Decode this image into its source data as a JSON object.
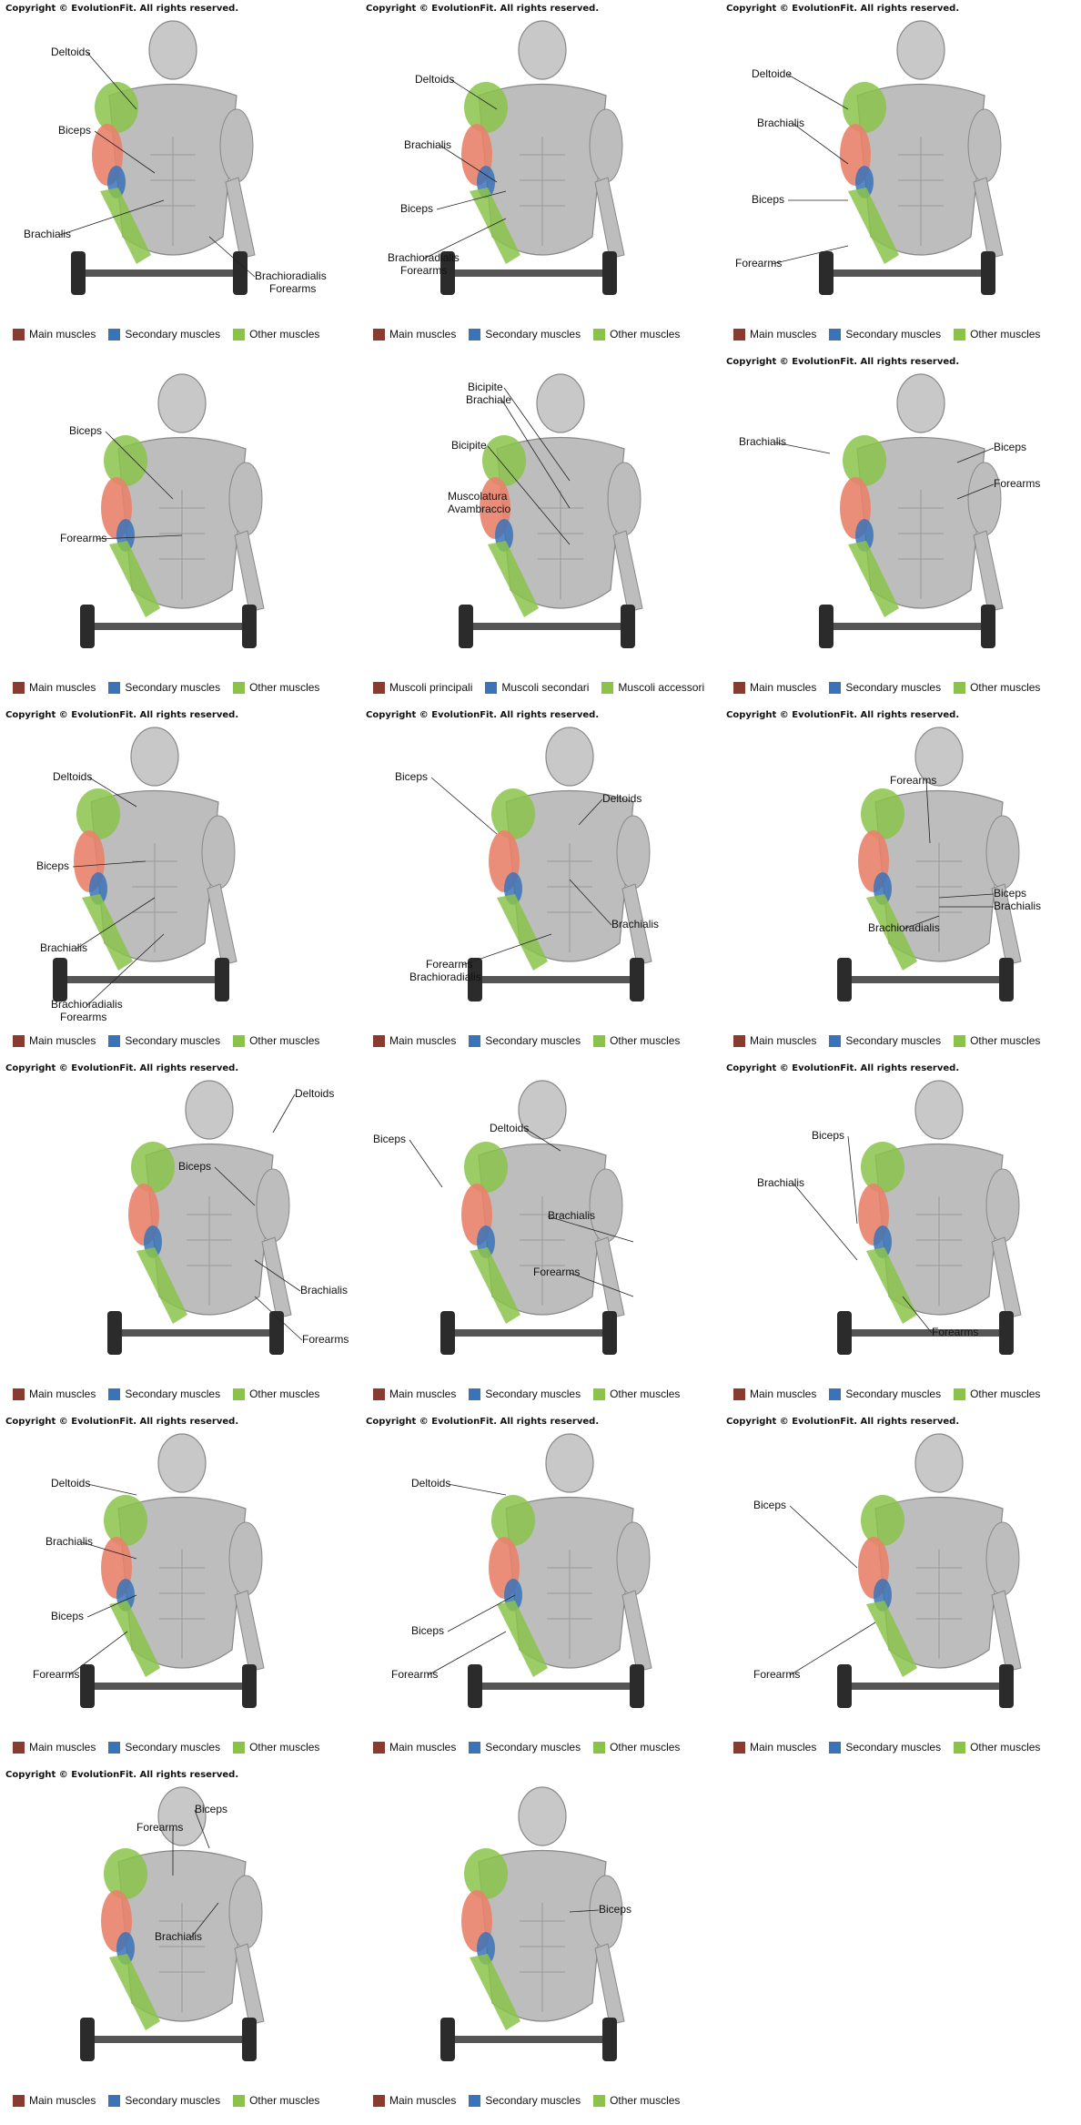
{
  "colors": {
    "main": "#8a3b30",
    "secondary": "#3a73b8",
    "other": "#8bc34a",
    "body": "#bdbdbd",
    "muscle_main": "#e9826a"
  },
  "panels": [
    {
      "copyright": "Copyright © EvolutionFit. All rights reserved.",
      "labels": [
        "Deltoids",
        "Biceps",
        "Brachialis",
        "Brachioradialis",
        "Forearms"
      ],
      "legend": {
        "main": "Main muscles",
        "secondary": "Secondary muscles",
        "other": "Other muscles"
      }
    },
    {
      "copyright": "Copyright © EvolutionFit. All rights reserved.",
      "labels": [
        "Deltoids",
        "Brachialis",
        "Biceps",
        "Brachioradialis",
        "Forearms"
      ],
      "legend": {
        "main": "Main muscles",
        "secondary": "Secondary muscles",
        "other": "Other muscles"
      }
    },
    {
      "copyright": "Copyright © EvolutionFit. All rights reserved.",
      "labels": [
        "Deltoide",
        "Brachialis",
        "Biceps",
        "Forearms"
      ],
      "legend": {
        "main": "Main muscles",
        "secondary": "Secondary muscles",
        "other": "Other muscles"
      }
    },
    {
      "copyright": "",
      "labels": [
        "Biceps",
        "Forearms"
      ],
      "legend": {
        "main": "Main muscles",
        "secondary": "Secondary muscles",
        "other": "Other muscles"
      }
    },
    {
      "copyright": "",
      "labels": [
        "Bicipite",
        "Brachiale",
        "Bicipite",
        "Muscolatura",
        "Avambraccio"
      ],
      "legend": {
        "main": "Muscoli principali",
        "secondary": "Muscoli secondari",
        "other": "Muscoli accessori"
      }
    },
    {
      "copyright": "Copyright © EvolutionFit. All rights reserved.",
      "labels": [
        "Brachialis",
        "Biceps",
        "Forearms"
      ],
      "legend": {
        "main": "Main muscles",
        "secondary": "Secondary muscles",
        "other": "Other muscles"
      }
    },
    {
      "copyright": "Copyright © EvolutionFit. All rights reserved.",
      "labels": [
        "Deltoids",
        "Biceps",
        "Brachialis",
        "Brachioradialis",
        "Forearms"
      ],
      "legend": {
        "main": "Main muscles",
        "secondary": "Secondary muscles",
        "other": "Other muscles"
      }
    },
    {
      "copyright": "Copyright © EvolutionFit. All rights reserved.",
      "labels": [
        "Biceps",
        "Deltoids",
        "Brachialis",
        "Forearms",
        "Brachioradialis"
      ],
      "legend": {
        "main": "Main muscles",
        "secondary": "Secondary muscles",
        "other": "Other muscles"
      }
    },
    {
      "copyright": "Copyright © EvolutionFit. All rights reserved.",
      "labels": [
        "Forearms",
        "Biceps",
        "Brachialis",
        "Brachioradialis"
      ],
      "legend": {
        "main": "Main muscles",
        "secondary": "Secondary muscles",
        "other": "Other muscles"
      }
    },
    {
      "copyright": "Copyright © EvolutionFit. All rights reserved.",
      "labels": [
        "Deltoids",
        "Biceps",
        "Brachialis",
        "Forearms"
      ],
      "legend": {
        "main": "Main muscles",
        "secondary": "Secondary muscles",
        "other": "Other muscles"
      }
    },
    {
      "copyright": "",
      "labels": [
        "Deltoids",
        "Biceps",
        "Brachialis",
        "Forearms"
      ],
      "legend": {
        "main": "Main muscles",
        "secondary": "Secondary muscles",
        "other": "Other muscles"
      }
    },
    {
      "copyright": "Copyright © EvolutionFit. All rights reserved.",
      "labels": [
        "Biceps",
        "Brachialis",
        "Forearms"
      ],
      "legend": {
        "main": "Main muscles",
        "secondary": "Secondary muscles",
        "other": "Other muscles"
      }
    },
    {
      "copyright": "Copyright © EvolutionFit. All rights reserved.",
      "labels": [
        "Deltoids",
        "Brachialis",
        "Biceps",
        "Forearms"
      ],
      "legend": {
        "main": "Main muscles",
        "secondary": "Secondary muscles",
        "other": "Other muscles"
      }
    },
    {
      "copyright": "Copyright © EvolutionFit. All rights reserved.",
      "labels": [
        "Deltoids",
        "Biceps",
        "Forearms"
      ],
      "legend": {
        "main": "Main muscles",
        "secondary": "Secondary muscles",
        "other": "Other muscles"
      }
    },
    {
      "copyright": "Copyright © EvolutionFit. All rights reserved.",
      "labels": [
        "Biceps",
        "Forearms"
      ],
      "legend": {
        "main": "Main muscles",
        "secondary": "Secondary muscles",
        "other": "Other muscles"
      }
    },
    {
      "copyright": "Copyright © EvolutionFit. All rights reserved.",
      "labels": [
        "Forearms",
        "Biceps",
        "Brachialis"
      ],
      "legend": {
        "main": "Main muscles",
        "secondary": "Secondary muscles",
        "other": "Other muscles"
      }
    },
    {
      "copyright": "",
      "labels": [
        "Biceps"
      ],
      "legend": {
        "main": "Main muscles",
        "secondary": "Secondary muscles",
        "other": "Other muscles"
      }
    }
  ]
}
